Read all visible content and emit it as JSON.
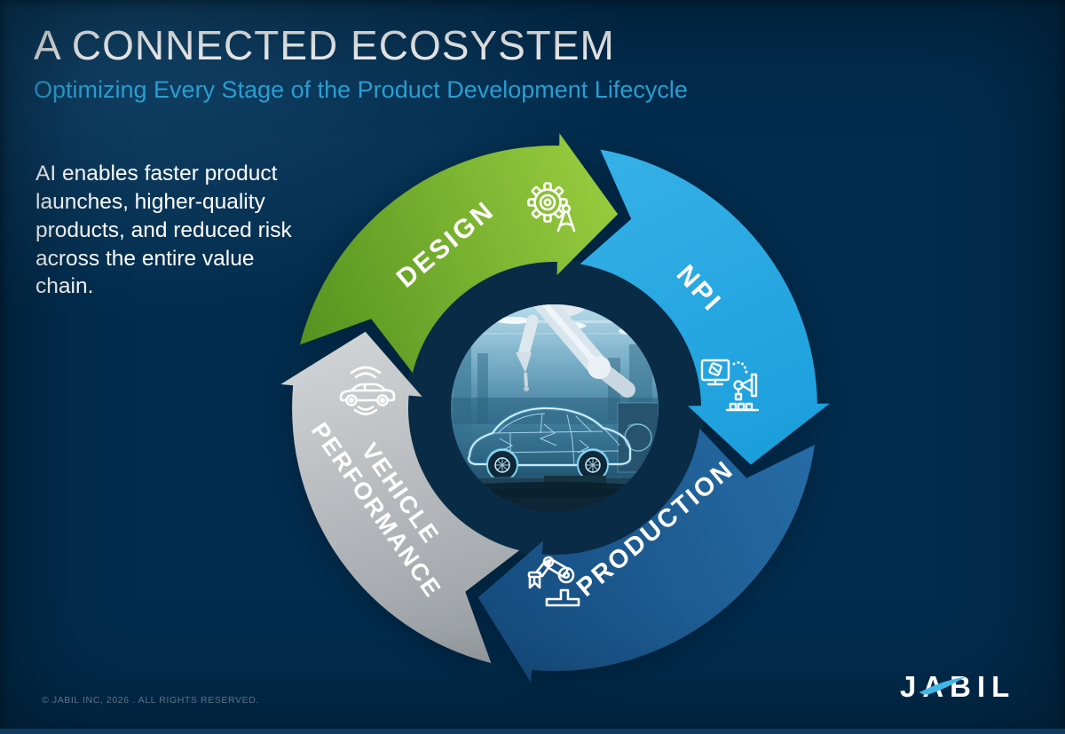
{
  "slide": {
    "title": "A CONNECTED ECOSYSTEM",
    "subtitle": "Optimizing Every Stage of the Product Development Lifecycle",
    "body_text": "AI enables faster product launches, higher-quality products, and reduced risk across the entire value chain.",
    "footer_text": "© JABIL INC, 2026 . ALL RIGHTS RESERVED.",
    "logo_text": "JABIL"
  },
  "cycle": {
    "direction": "clockwise",
    "stages": [
      {
        "label": "DESIGN",
        "icon": "gear-compass-icon",
        "color": "#8DC63F"
      },
      {
        "label": "NPI",
        "icon": "design-to-machine-icon",
        "color": "#29ABE2"
      },
      {
        "label": "PRODUCTION",
        "icon": "robot-arm-icon",
        "color": "#1D5F99"
      },
      {
        "label": "VEHICLE PERFORMANCE",
        "label_lines": [
          "VEHICLE",
          "PERFORMANCE"
        ],
        "icon": "connected-car-icon",
        "color": "#B9BDC0"
      }
    ],
    "center_image": "robotic arm assembling a wireframe car in a smart factory"
  },
  "colors": {
    "background": "#022C4D",
    "title": "#FFFFFF",
    "subtitle": "#2BA3D8",
    "design_green": "#8DC63F",
    "npi_blue": "#29ABE2",
    "production_blue": "#1D5F99",
    "vehicle_gray": "#B9BDC0",
    "center_ring": "#0A2B46",
    "logo_swoosh": "#41B6E8",
    "footer": "#5E7285",
    "bottom_bar": "#103C61"
  }
}
